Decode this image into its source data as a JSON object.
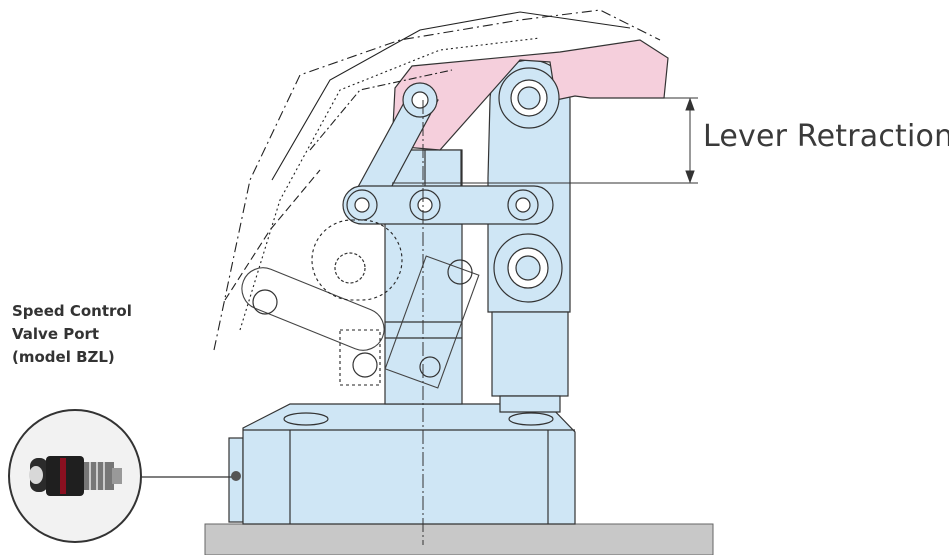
{
  "labels": {
    "lever_retraction": "Lever Retraction",
    "speed_control": {
      "line1": "Speed Control",
      "line2": "Valve Port",
      "line3": "(model BZL)"
    }
  },
  "colors": {
    "body_fill": "#cfe6f5",
    "lever_fill": "#f5cfdc",
    "outline": "#333333",
    "base_fill": "#c8c8c8",
    "magnifier_bg": "#f2f2f2"
  },
  "icons": {
    "pins": "pin-icon",
    "valve": "speed-control-valve-icon"
  }
}
